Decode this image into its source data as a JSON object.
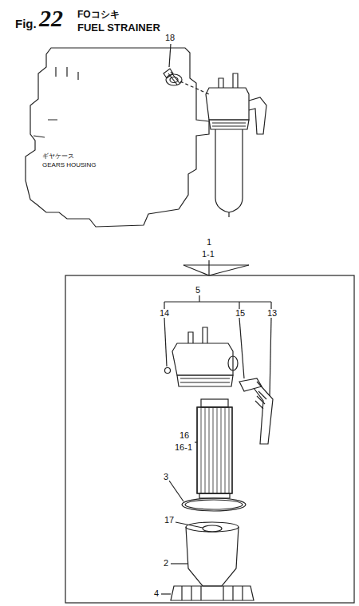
{
  "diagram": {
    "title": "FUEL STRAINER",
    "labels": [
      "Fig.",
      "22",
      "FOコシキ",
      "ギヤケース",
      "GEARS HOUSING",
      "18",
      "1",
      "1-1",
      "5",
      "14",
      "15",
      "13",
      "16",
      "16-1",
      "3",
      "17",
      "2",
      "4"
    ]
  }
}
